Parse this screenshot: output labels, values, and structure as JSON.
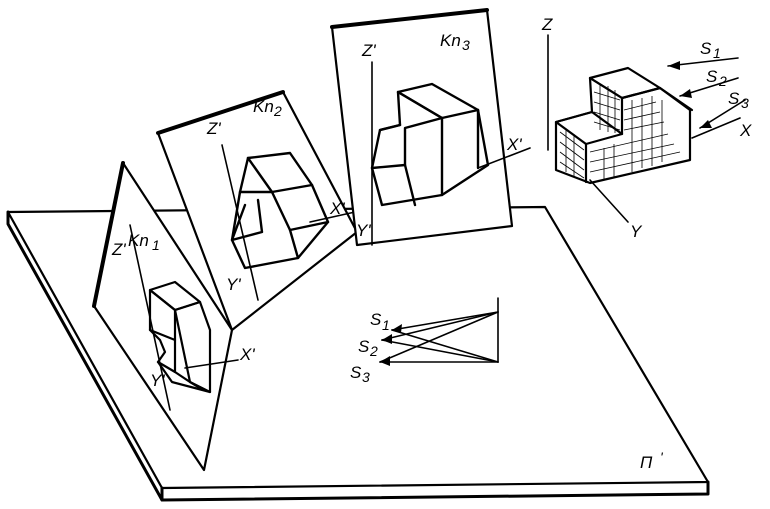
{
  "projection_planes": {
    "left": {
      "axis_z": "Z'",
      "axis_y": "Y'",
      "axis_x": "X'",
      "name": "Kn",
      "sub": "1"
    },
    "middle": {
      "axis_z": "Z'",
      "axis_y": "Y'",
      "axis_x": "X'",
      "name": "Kn",
      "sub": "2"
    },
    "right": {
      "axis_z": "Z'",
      "axis_y": "Y'",
      "axis_x": "X'",
      "name": "Kn",
      "sub": "3"
    }
  },
  "object_3d": {
    "axis_z": "Z",
    "axis_x": "X",
    "axis_y": "Y",
    "directions": [
      {
        "name": "S",
        "sub": "1"
      },
      {
        "name": "S",
        "sub": "2"
      },
      {
        "name": "S",
        "sub": "3"
      }
    ]
  },
  "ground": {
    "name": "Π",
    "sub": "'",
    "direction_labels": [
      {
        "name": "S",
        "sub": "1"
      },
      {
        "name": "S",
        "sub": "2"
      },
      {
        "name": "S",
        "sub": "3"
      }
    ]
  }
}
